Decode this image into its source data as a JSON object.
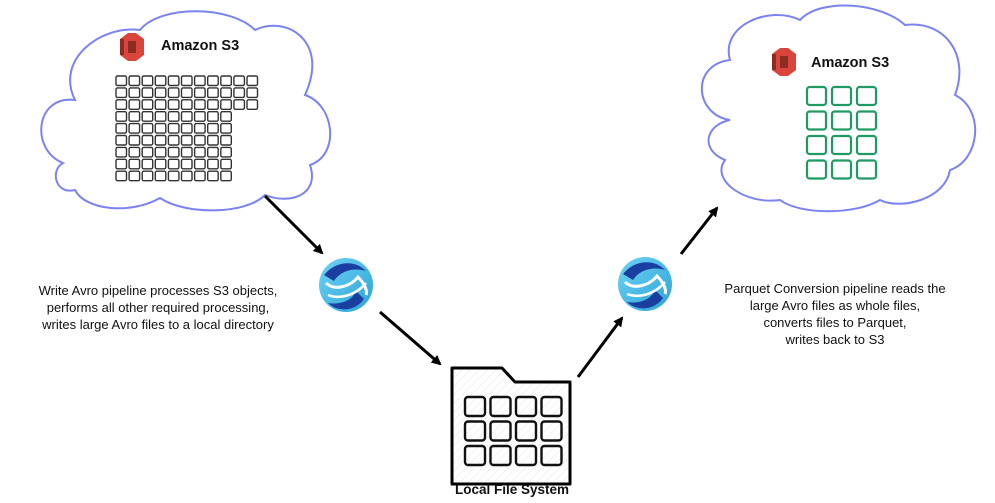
{
  "diagram": {
    "source_bucket": {
      "title": "Amazon S3",
      "icon": "aws-s3-icon",
      "object_grid": {
        "rows_wide": 3,
        "cols_wide": 11,
        "rows_narrow": 6,
        "cols_narrow": 9,
        "description": "many small S3 objects"
      }
    },
    "target_bucket": {
      "title": "Amazon S3",
      "icon": "aws-s3-icon",
      "object_grid": {
        "rows": 4,
        "cols": 3,
        "description": "Parquet files"
      }
    },
    "local_fs": {
      "title": "Local File System",
      "icon": "folder-icon",
      "object_grid": {
        "rows": 3,
        "cols": 4
      }
    },
    "pipeline_left": {
      "icon": "streamsets-pipeline-icon",
      "description": [
        "Write Avro pipeline processes S3 objects,",
        "performs all other required processing,",
        "writes large Avro files to a local directory"
      ]
    },
    "pipeline_right": {
      "icon": "streamsets-pipeline-icon",
      "description": [
        "Parquet Conversion pipeline reads the",
        "large Avro files as whole files,",
        "converts files to Parquet,",
        "writes back to S3"
      ]
    },
    "colors": {
      "cloud_stroke": "#7b83f2",
      "s3_red": "#d9453a",
      "s3_dark": "#8c2b22",
      "grid_gray": "#333333",
      "grid_green": "#1f9a63",
      "arrow": "#000000",
      "pipeline_light": "#38b7e3",
      "pipeline_dark": "#1a3fa0"
    }
  }
}
